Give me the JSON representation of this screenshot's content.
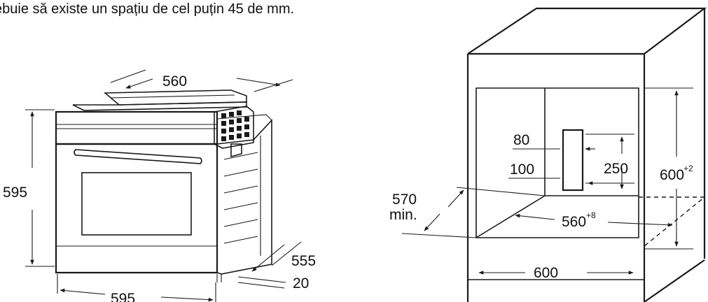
{
  "caption": "ebuie să existe un spațiu de cel puțin 45 de mm.",
  "oven_dimensions": {
    "top_width": "560",
    "height": "595",
    "bottom_width": "595",
    "depth": "555",
    "front_offset": "20"
  },
  "cabinet_dimensions": {
    "depth_value": "570",
    "depth_suffix": "min.",
    "vent_width": "80",
    "vent_offset": "100",
    "vent_height": "250",
    "opening_height": "600",
    "opening_height_tolerance": "+2",
    "opening_width": "560",
    "opening_width_tolerance": "+8",
    "cabinet_width": "600"
  },
  "colors": {
    "line": "#1a1a1a",
    "text": "#111111",
    "background": "#ffffff"
  }
}
